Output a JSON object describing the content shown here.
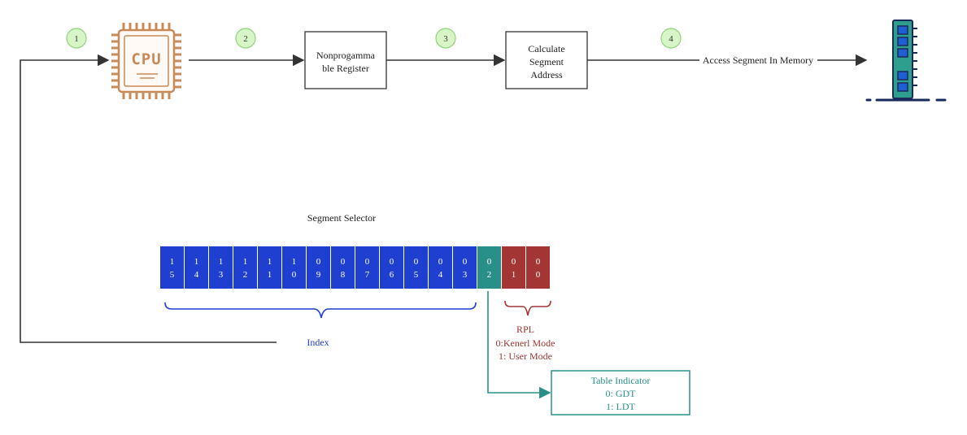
{
  "steps": [
    {
      "label": "1"
    },
    {
      "label": "2"
    },
    {
      "label": "3"
    },
    {
      "label": "4"
    }
  ],
  "cpu": {
    "label": "CPU"
  },
  "register_box": {
    "line1": "Nonprogamma",
    "line2": "ble Register"
  },
  "calc_box": {
    "line1": "Calculate",
    "line2": "Segment",
    "line3": "Address"
  },
  "memory_access_label": "Access Segment In Memory",
  "selector": {
    "title": "Segment Selector",
    "bits": [
      {
        "top": "1",
        "bottom": "5",
        "field": "index"
      },
      {
        "top": "1",
        "bottom": "4",
        "field": "index"
      },
      {
        "top": "1",
        "bottom": "3",
        "field": "index"
      },
      {
        "top": "1",
        "bottom": "2",
        "field": "index"
      },
      {
        "top": "1",
        "bottom": "1",
        "field": "index"
      },
      {
        "top": "1",
        "bottom": "0",
        "field": "index"
      },
      {
        "top": "0",
        "bottom": "9",
        "field": "index"
      },
      {
        "top": "0",
        "bottom": "8",
        "field": "index"
      },
      {
        "top": "0",
        "bottom": "7",
        "field": "index"
      },
      {
        "top": "0",
        "bottom": "6",
        "field": "index"
      },
      {
        "top": "0",
        "bottom": "5",
        "field": "index"
      },
      {
        "top": "0",
        "bottom": "4",
        "field": "index"
      },
      {
        "top": "0",
        "bottom": "3",
        "field": "index"
      },
      {
        "top": "0",
        "bottom": "2",
        "field": "ti"
      },
      {
        "top": "0",
        "bottom": "1",
        "field": "rpl"
      },
      {
        "top": "0",
        "bottom": "0",
        "field": "rpl"
      }
    ]
  },
  "index_label": "Index",
  "rpl": {
    "title": "RPL",
    "line1": "0:Kenerl Mode",
    "line2": "1: User Mode"
  },
  "table_indicator": {
    "title": "Table Indicator",
    "line1": "0: GDT",
    "line2": "1: LDT"
  },
  "colors": {
    "index": "#1f3fd1",
    "ti": "#2a8f88",
    "rpl": "#a33535",
    "step_fill": "#d8f5c8",
    "step_stroke": "#8fd47a",
    "cpu": "#c98a5a",
    "ram_board": "#2e9e8e",
    "ram_chip": "#1e5fd6",
    "ram_dark": "#1a2a5a",
    "line": "#333333"
  }
}
